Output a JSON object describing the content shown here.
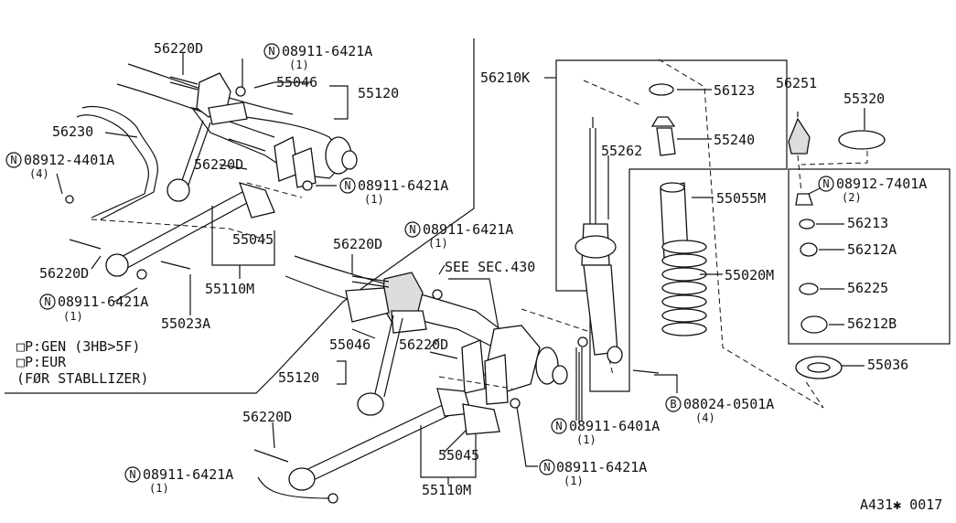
{
  "parts": {
    "p56220D_a": "56220D",
    "n_08911_6421A_a": "08911-6421A",
    "n_08911_6421A_a_qty": "(1)",
    "p55046_a": "55046",
    "p55120_a": "55120",
    "p56230": "56230",
    "n_08912_4401A": "08912-4401A",
    "n_08912_4401A_qty": "(4)",
    "p56220D_b": "56220D",
    "n_08911_6421A_b": "08911-6421A",
    "n_08911_6421A_b_qty": "(1)",
    "p55045_a": "55045",
    "p56220D_c": "56220D",
    "p55110M_a": "55110M",
    "n_08911_6421A_c": "08911-6421A",
    "n_08911_6421A_c_qty": "(1)",
    "p55023A": "55023A",
    "p56210K": "56210K",
    "p56123": "56123",
    "p55262": "55262",
    "p55240": "55240",
    "p56251": "56251",
    "p55320": "55320",
    "n_08912_7401A": "08912-7401A",
    "n_08912_7401A_qty": "(2)",
    "p55055M": "55055M",
    "p56213": "56213",
    "p56212A": "56212A",
    "p55020M": "55020M",
    "p56225": "56225",
    "p56212B": "56212B",
    "p55036": "55036",
    "b_08024_0501A": "08024-0501A",
    "b_08024_0501A_qty": "(4)",
    "n_08911_6401A": "08911-6401A",
    "n_08911_6401A_qty": "(1)",
    "n_08911_6421A_d": "08911-6421A",
    "n_08911_6421A_d_qty": "(1)",
    "p56220D_d": "56220D",
    "p55046_b": "55046",
    "p56220D_e": "56220D",
    "p55120_b": "55120",
    "p55045_b": "55045",
    "p56220D_f": "56220D",
    "p55110M_b": "55110M",
    "n_08911_6421A_e": "08911-6421A",
    "n_08911_6421A_e_qty": "(1)",
    "n_08911_6421A_f": "08911-6421A",
    "n_08911_6421A_f_qty": "(1)",
    "see_sec": "SEE SEC.430"
  },
  "markers": {
    "n": "N",
    "b": "B"
  },
  "notes": {
    "line1": "□P:GEN (3HB>5F)",
    "line2": "□P:EUR",
    "line3": "(FØR STABLLIZER)"
  },
  "figure_code": "A431✱ 0017"
}
